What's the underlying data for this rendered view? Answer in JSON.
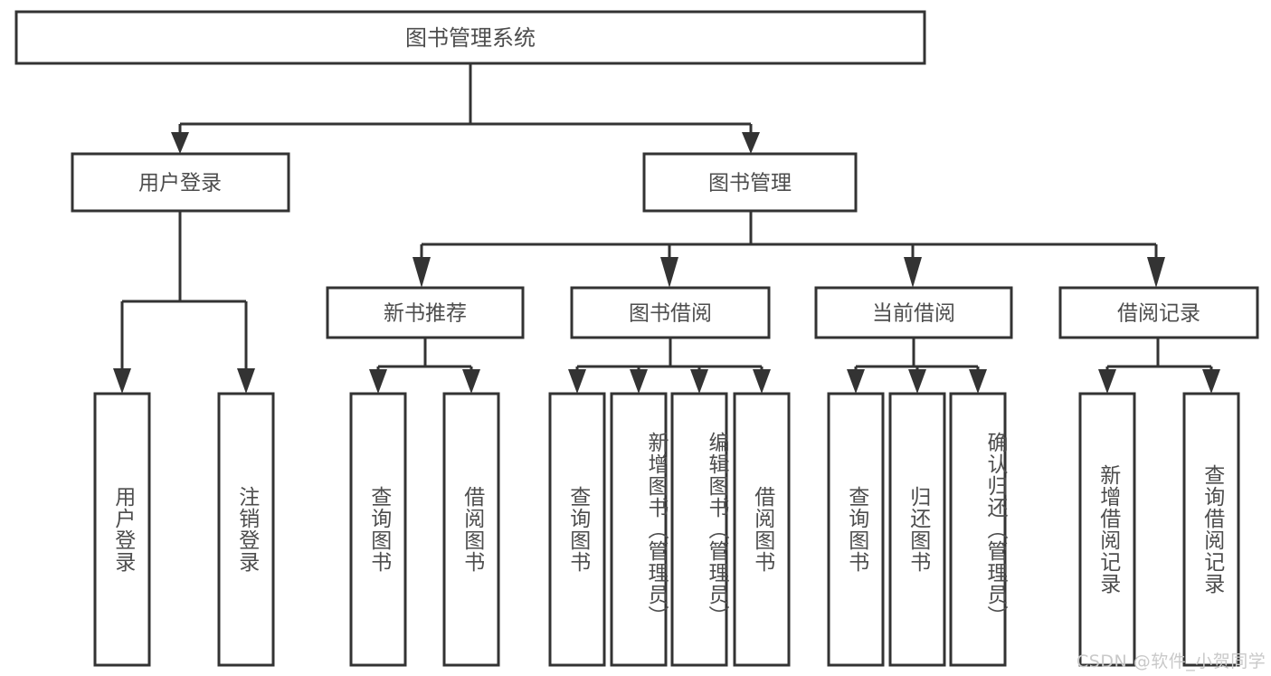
{
  "diagram": {
    "type": "tree",
    "title": "图书管理系统",
    "style": {
      "background": "#ffffff",
      "box_fill": "#ffffff",
      "box_stroke": "#333333",
      "text_color": "#4d4d4d",
      "watermark_color": "#c9c9c9"
    },
    "root": {
      "label": "图书管理系统"
    },
    "level1": [
      {
        "label": "用户登录"
      },
      {
        "label": "图书管理"
      }
    ],
    "level2": [
      {
        "label": "新书推荐"
      },
      {
        "label": "图书借阅"
      },
      {
        "label": "当前借阅"
      },
      {
        "label": "借阅记录"
      }
    ],
    "leaves": {
      "user_login": [
        {
          "label": "用户登录"
        },
        {
          "label": "注销登录"
        }
      ],
      "new_book_recommend": [
        {
          "label": "查询图书"
        },
        {
          "label": "借阅图书"
        }
      ],
      "book_borrow": [
        {
          "label": "查询图书"
        },
        {
          "label": "新增图书（管理员）"
        },
        {
          "label": "编辑图书（管理员）"
        },
        {
          "label": "借阅图书"
        }
      ],
      "current_borrow": [
        {
          "label": "查询图书"
        },
        {
          "label": "归还图书"
        },
        {
          "label": "确认归还（管理员）"
        }
      ],
      "borrow_record": [
        {
          "label": "新增借阅记录"
        },
        {
          "label": "查询借阅记录"
        }
      ]
    }
  },
  "watermark": {
    "text": "CSDN @软件_小贺同学"
  }
}
